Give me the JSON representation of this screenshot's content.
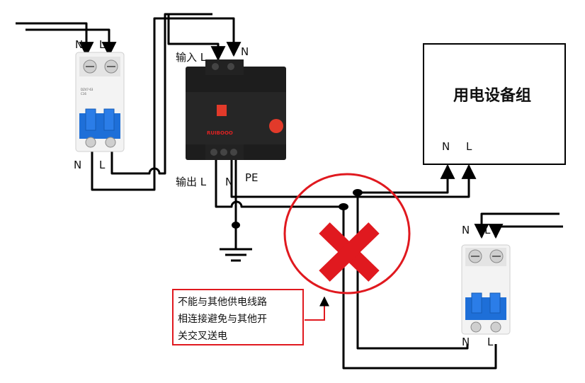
{
  "labels": {
    "left_breaker_top_n": "N",
    "left_breaker_top_l": "L",
    "left_breaker_bottom_n": "N",
    "left_breaker_bottom_l": "L",
    "protector_input": "输入 L",
    "protector_input_n": "N",
    "protector_output": "输出 L",
    "protector_output_n": "N",
    "protector_pe": "PE",
    "equipment_group": "用电设备组",
    "equipment_n": "N",
    "equipment_l": "L",
    "right_breaker_top_n": "N",
    "right_breaker_top_l": "L",
    "right_breaker_bottom_n": "N",
    "right_breaker_bottom_l": "L"
  },
  "warning": {
    "line1": "不能与其他供电线路",
    "line2": "相连接避免与其他开",
    "line3": "关交叉送电"
  },
  "device_text": {
    "breaker_model": "DZ47-63",
    "breaker_rating": "C16",
    "brand": "RUIBOOO"
  },
  "colors": {
    "wire": "#000000",
    "forbid_circle": "#e0191f",
    "forbid_cross": "#e0191f",
    "warning_border": "#e0191f",
    "breaker_handle": "#1e6fd8",
    "protector_body": "#1d1d1d",
    "led_red": "#e23a2a"
  }
}
